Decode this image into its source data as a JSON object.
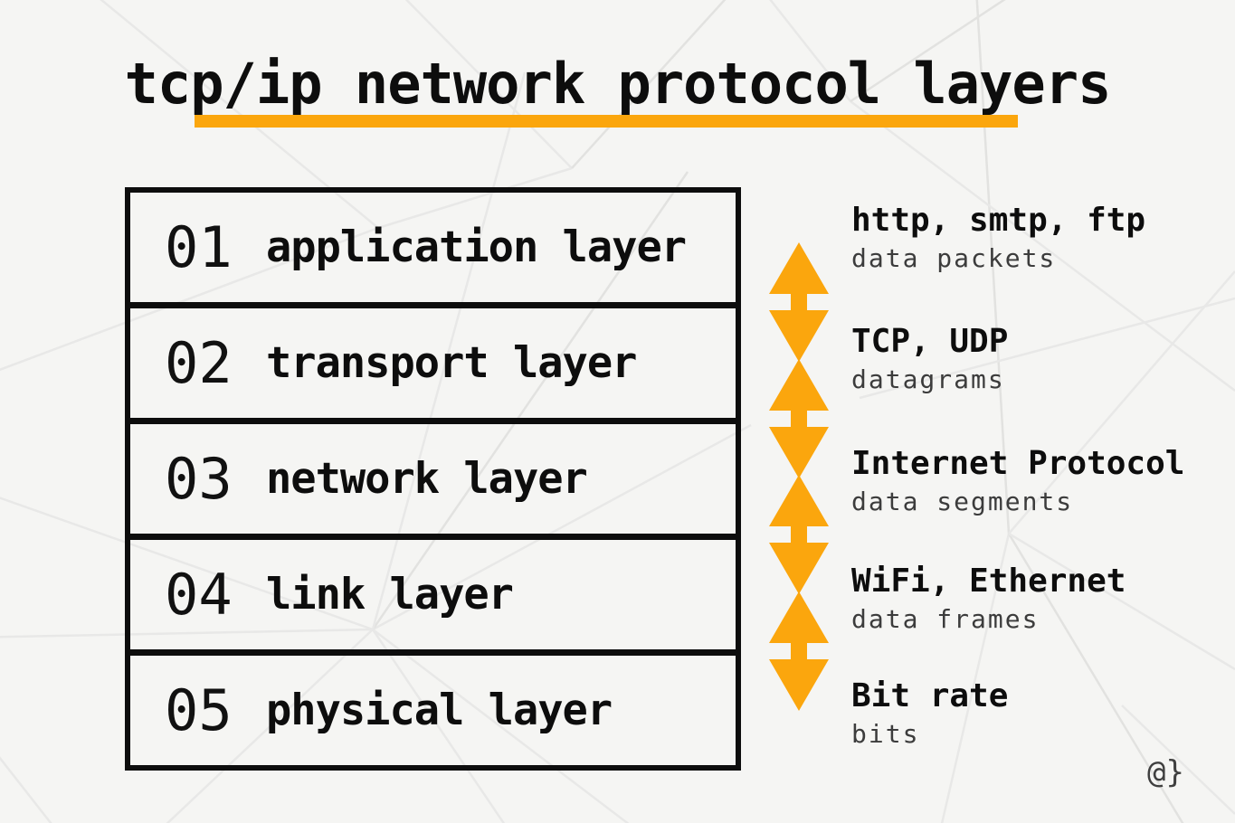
{
  "title": {
    "text": "tcp/ip network protocol layers"
  },
  "layers": [
    {
      "number": "01",
      "name": "application layer",
      "protocols": "http, smtp, ftp",
      "unit": "data packets"
    },
    {
      "number": "02",
      "name": "transport layer",
      "protocols": "TCP, UDP",
      "unit": "datagrams"
    },
    {
      "number": "03",
      "name": "network layer",
      "protocols": "Internet Protocol",
      "unit": "data segments"
    },
    {
      "number": "04",
      "name": "link layer",
      "protocols": "WiFi, Ethernet",
      "unit": "data frames"
    },
    {
      "number": "05",
      "name": "physical layer",
      "protocols": "Bit rate",
      "unit": "bits"
    }
  ],
  "watermark": "@}",
  "icons": {
    "layer_link_arrow": "double-headed-vertical-arrow"
  },
  "colors": {
    "accent_orange": "#FBA60D",
    "ink_black": "#0d0d0d",
    "muted_gray": "#3c3c3c",
    "background": "#f5f5f3",
    "mesh_line": "#e8e8e7"
  }
}
